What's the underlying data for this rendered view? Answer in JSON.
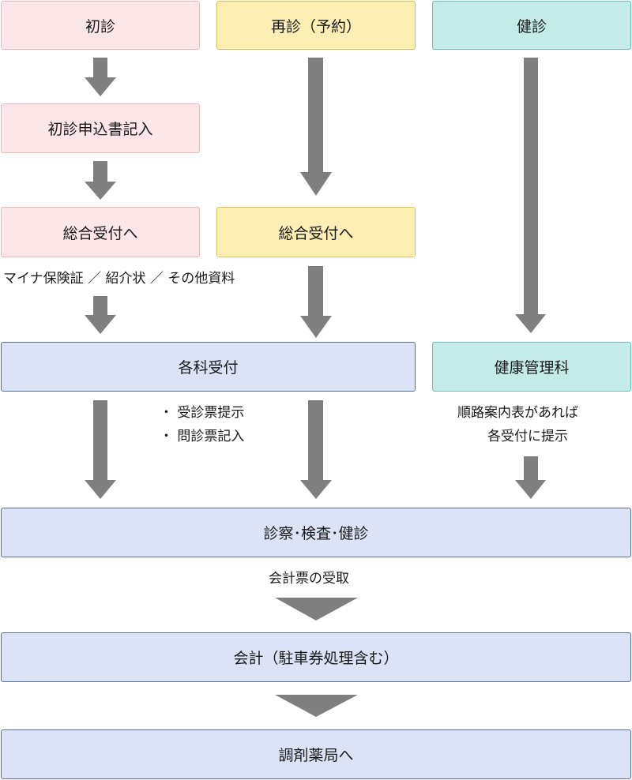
{
  "columns": {
    "first": {
      "header": "初診",
      "step_form": "初診申込書記入",
      "step_reception": "総合受付へ",
      "documents_note": "マイナ保険証 ／ 紹介状 ／ その他資料"
    },
    "revisit": {
      "header": "再診（予約）",
      "step_reception": "総合受付へ"
    },
    "checkup": {
      "header": "健診",
      "step_department": "健康管理科",
      "route_note_line1": "順路案内表があれば",
      "route_note_line2": "各受付に提示"
    }
  },
  "shared": {
    "department_reception": "各科受付",
    "reception_note_line1": "・ 受診票提示",
    "reception_note_line2": "・ 問診票記入",
    "exam": "診察･検査･健診",
    "bill_note": "会計票の受取",
    "payment": "会計（駐車券処理含む）",
    "pharmacy": "調剤薬局へ"
  },
  "colors": {
    "first_fill": "#fde6e8",
    "revisit_fill": "#fdeeb3",
    "checkup_fill": "#c3ebe8",
    "shared_fill": "#dce3f7",
    "arrow": "#7f7f7f"
  }
}
